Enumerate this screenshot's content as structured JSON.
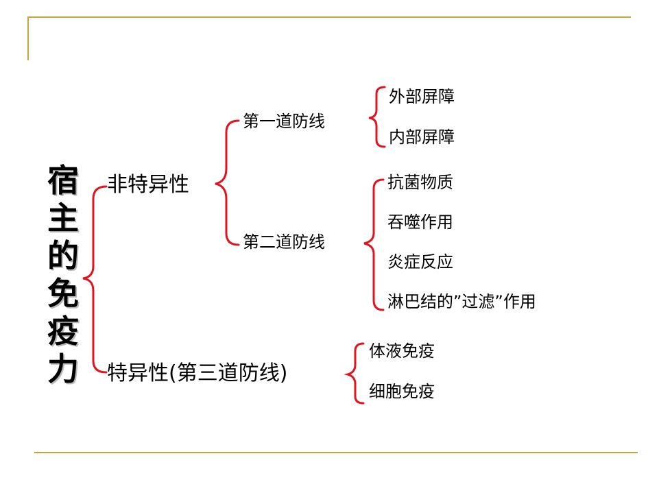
{
  "title_chars": [
    "宿",
    "主",
    "的",
    "免",
    "疫",
    "力"
  ],
  "nonspecific": {
    "label": "非特异性",
    "first_line": {
      "label": "第一道防线",
      "items": [
        "外部屏障",
        "内部屏障"
      ]
    },
    "second_line": {
      "label": "第二道防线",
      "items": [
        "抗菌物质",
        "吞噬作用",
        "炎症反应",
        "淋巴结的”过滤”作用"
      ]
    }
  },
  "specific": {
    "label": "特异性(第三道防线)",
    "items": [
      "体液免疫",
      "细胞免疫"
    ]
  },
  "colors": {
    "bracket": "#e0141e",
    "rule": "#c8a33a",
    "text": "#000000"
  }
}
